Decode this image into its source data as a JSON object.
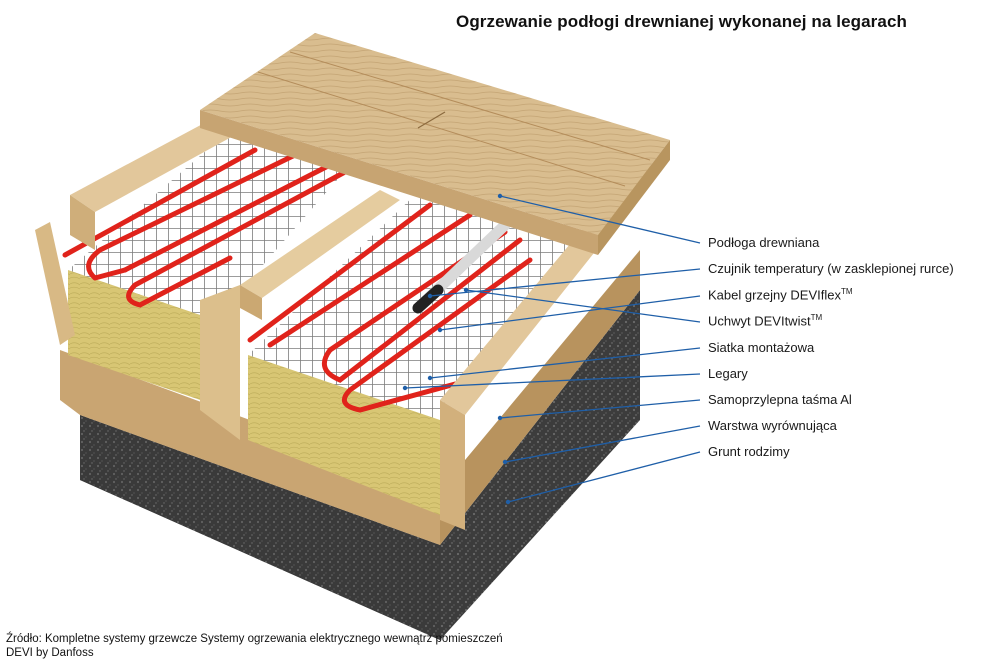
{
  "title": "Ogrzewanie podłogi drewnianej wykonanej na legarach",
  "labels": [
    {
      "id": "wood-floor",
      "text": "Podłoga drewniana"
    },
    {
      "id": "temp-sensor",
      "text": "Czujnik temperatury (w zasklepionej rurce)"
    },
    {
      "id": "heating-cable",
      "text": "Kabel grzejny DEVIflex",
      "sup": "TM"
    },
    {
      "id": "devitwist-holder",
      "text": "Uchwyt DEVItwist",
      "sup": "TM"
    },
    {
      "id": "mounting-mesh",
      "text": "Siatka montażowa"
    },
    {
      "id": "joists",
      "text": "Legary"
    },
    {
      "id": "al-tape",
      "text": "Samoprzylepna taśma Al"
    },
    {
      "id": "leveling-layer",
      "text": "Warstwa wyrównująca"
    },
    {
      "id": "native-ground",
      "text": "Grunt rodzimy"
    }
  ],
  "source": {
    "line1": "Źródło: Kompletne systemy grzewcze Systemy ogrzewania elektrycznego wewnątrz pomieszczeń",
    "line2": "DEVI by Danfoss"
  },
  "colors": {
    "leader": "#1f5fa8",
    "cable": "#e0231b",
    "wood": "#d6b98a",
    "insulation": "#d9c674",
    "ground": "#3a3a3a",
    "leveling": "#c9a572"
  }
}
